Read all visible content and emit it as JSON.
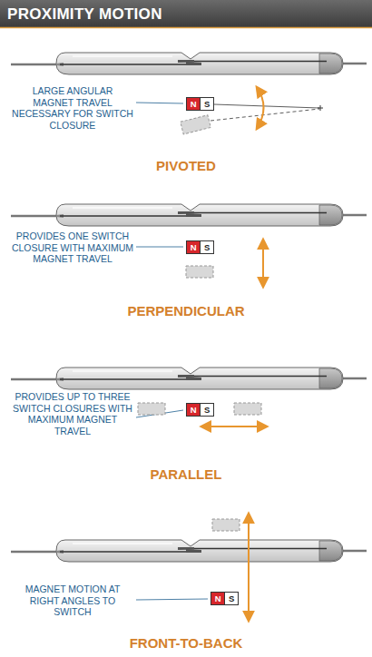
{
  "diagram": {
    "title": "PROXIMITY MOTION",
    "nodes": [
      {
        "text": [
          "N",
          "S"
        ]
      },
      {
        "text": [
          "N",
          "S"
        ]
      },
      {
        "text": [
          "N",
          "S"
        ]
      },
      {
        "text": [
          "N",
          "S"
        ]
      }
    ],
    "labels": [
      "LARGE ANGULAR MAGNET TRAVEL NECESSARY FOR SWITCH CLOSURE",
      "PIVOTED",
      "PROVIDES ONE SWITCH CLOSURE WITH MAXIMUM MAGNET TRAVEL",
      "PERPENDICULAR",
      "PROVIDES UP TO THREE SWITCH CLOSURES WITH MAXIMUM MAGNET TRAVEL",
      "PARALLEL",
      "MAGNET MOTION AT RIGHT ANGLES TO SWITCH",
      "FRONT-TO-BACK"
    ]
  }
}
